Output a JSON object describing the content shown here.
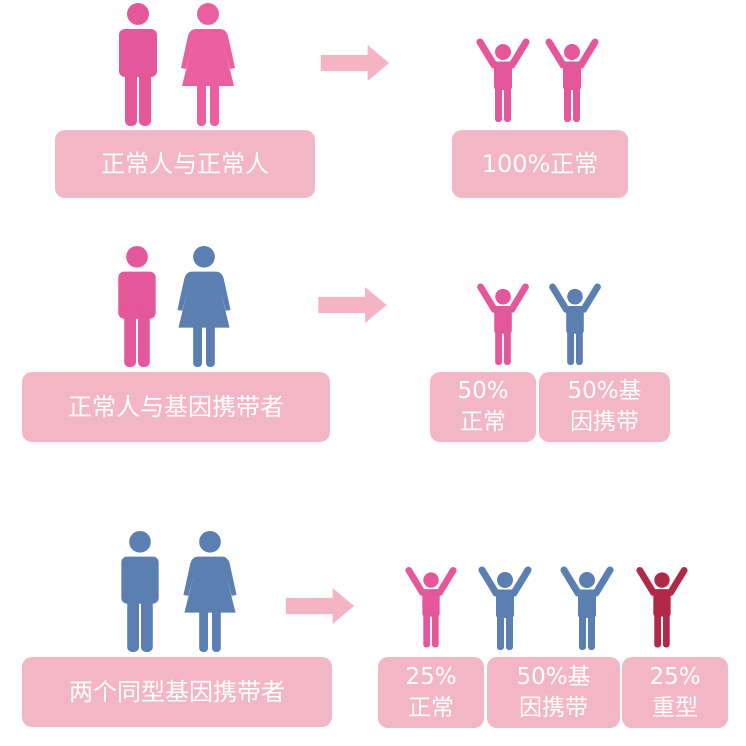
{
  "colors": {
    "normal": "#e4579a",
    "carrier": "#5b7fb0",
    "severe": "#b02a48",
    "box": "#f3b6c4",
    "arrow": "#f4b4c4"
  },
  "rows": [
    {
      "parents_label": "正常人与正常人",
      "results": [
        {
          "line1": "100%正常"
        }
      ]
    },
    {
      "parents_label": "正常人与基因携带者",
      "results": [
        {
          "line1": "50%",
          "line2": "正常"
        },
        {
          "line1": "50%基",
          "line2": "因携带"
        }
      ]
    },
    {
      "parents_label": "两个同型基因携带者",
      "results": [
        {
          "line1": "25%",
          "line2": "正常"
        },
        {
          "line1": "50%基",
          "line2": "因携带"
        },
        {
          "line1": "25%",
          "line2": "重型"
        }
      ]
    }
  ]
}
